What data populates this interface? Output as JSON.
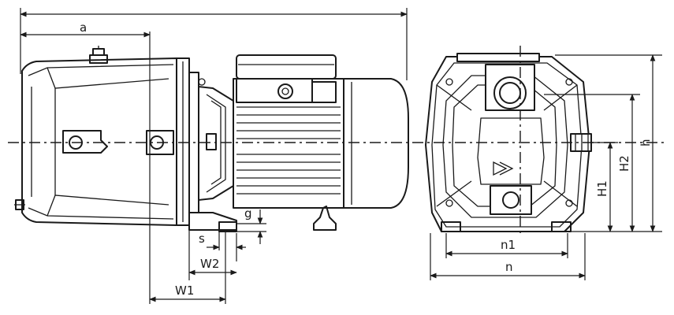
{
  "dimensions": {
    "a": "a",
    "s": "s",
    "g": "g",
    "w1": "W1",
    "w2": "W2",
    "n": "n",
    "n1": "n1",
    "h": "h",
    "h1": "H1",
    "h2": "H2"
  }
}
